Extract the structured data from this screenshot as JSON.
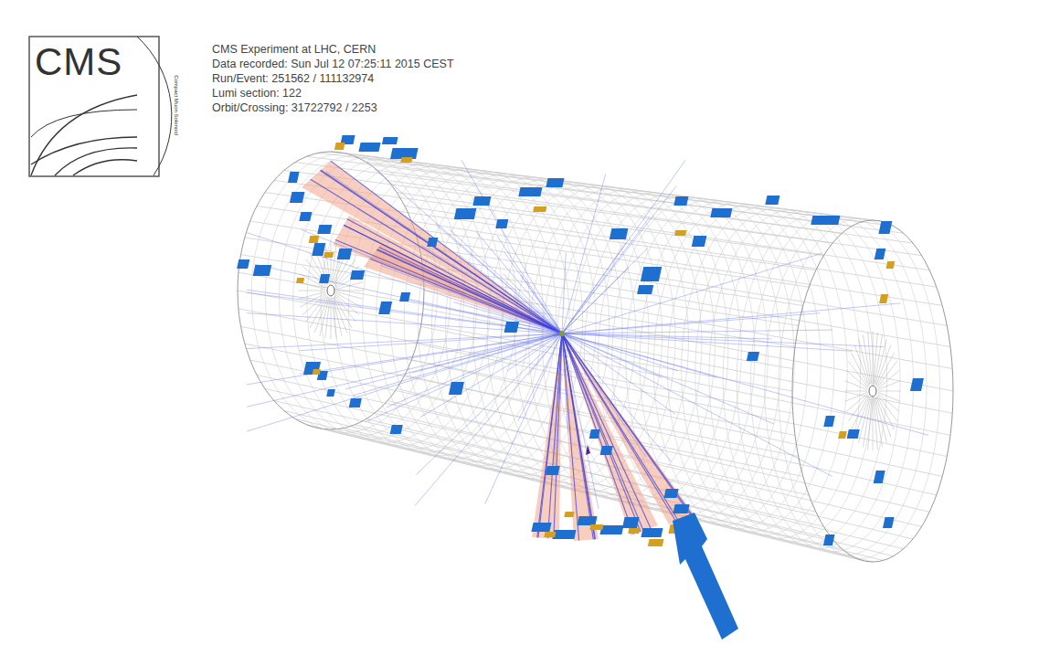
{
  "diagram": {
    "labels": [
      "CMS",
      "Compact Muon Solenoid",
      "CMS Experiment at LHC, CERN",
      "Data recorded: Sun Jul 12 07:25:11 2015 CEST",
      "Run/Event: 251562 / 111132974",
      "Lumi section: 122",
      "Orbit/Crossing: 31722792 / 2253"
    ]
  }
}
